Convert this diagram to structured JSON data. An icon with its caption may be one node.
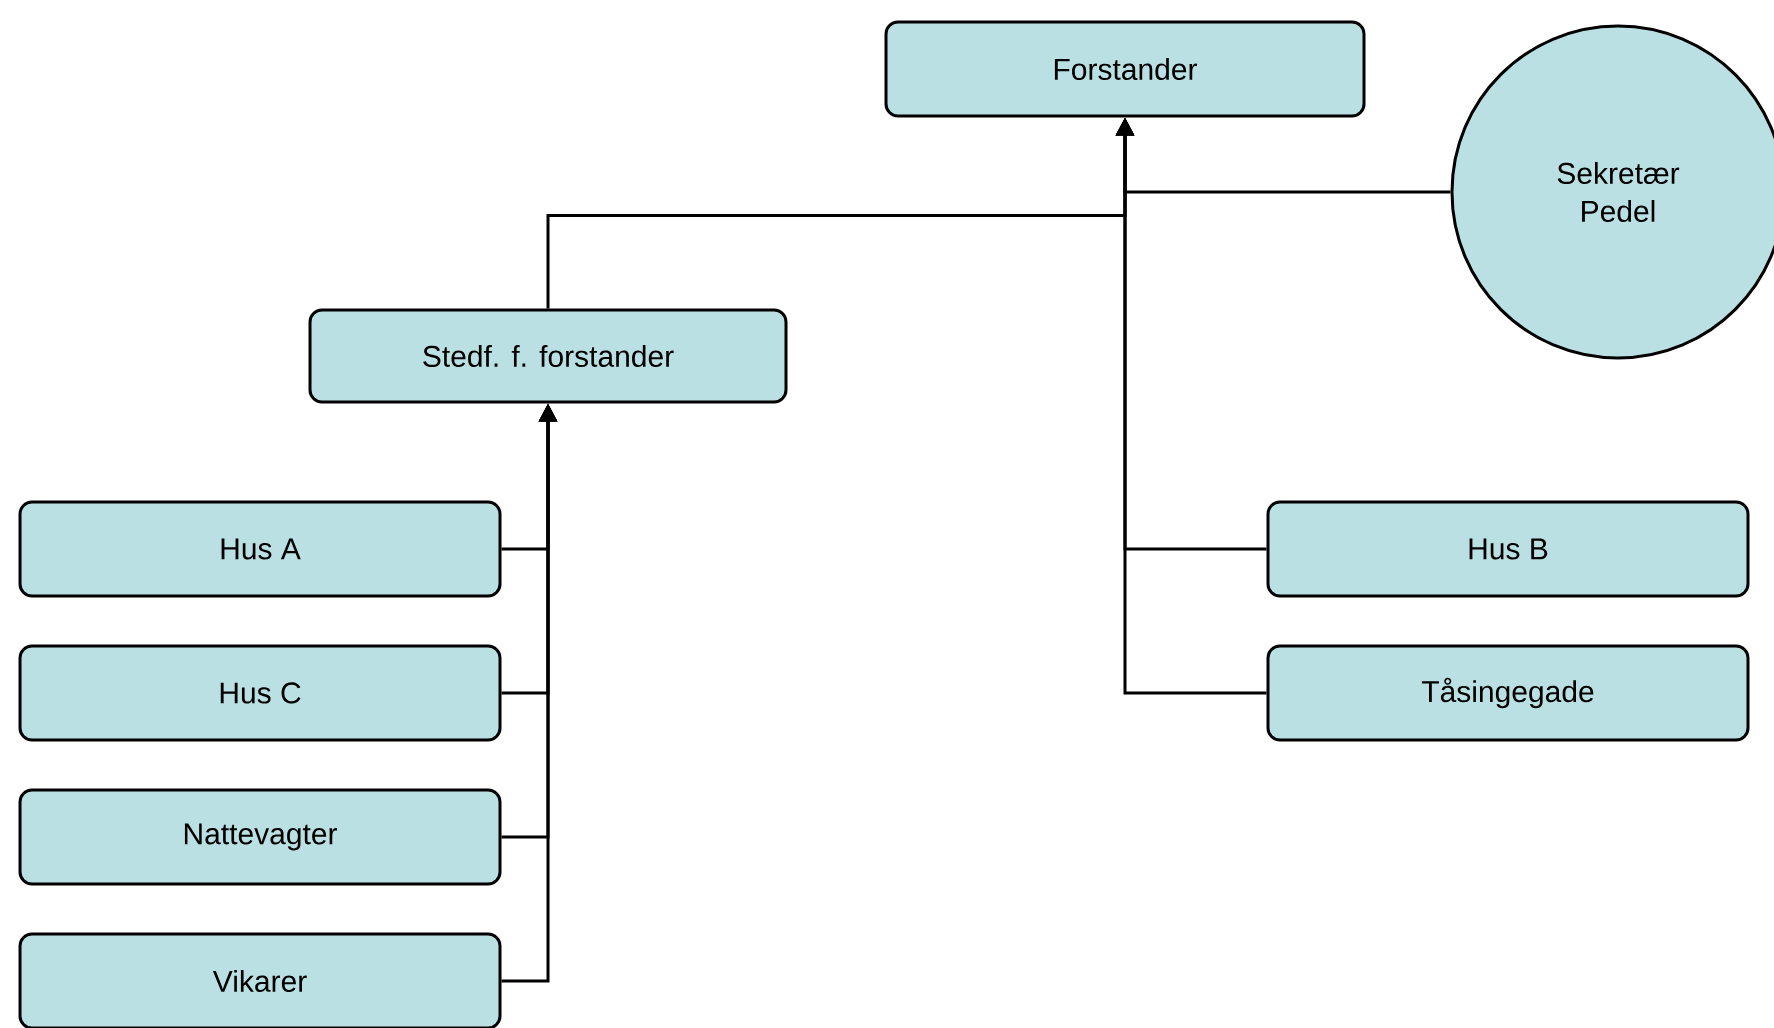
{
  "diagram": {
    "nodes": [
      {
        "text": [
          "Forstander"
        ]
      },
      {
        "text": [
          "Sekretær Pedel"
        ]
      },
      {
        "text": [
          "Stedf. f. forstander"
        ]
      },
      {
        "text": [
          "Hus A"
        ]
      },
      {
        "text": [
          "Hus C"
        ]
      },
      {
        "text": [
          "Nattevagter"
        ]
      },
      {
        "text": [
          "Vikarer"
        ]
      },
      {
        "text": [
          "Hus B"
        ]
      },
      {
        "text": [
          "Tåsingegade"
        ]
      }
    ],
    "edges": [
      {
        "from": 1,
        "to": 0,
        "arrow": "to"
      },
      {
        "from": 2,
        "to": 0,
        "arrow": "to"
      },
      {
        "from": 7,
        "to": 0,
        "arrow": "to"
      },
      {
        "from": 8,
        "to": 0,
        "arrow": "to"
      },
      {
        "from": 3,
        "to": 2,
        "arrow": "to"
      },
      {
        "from": 4,
        "to": 2,
        "arrow": "to"
      },
      {
        "from": 5,
        "to": 2,
        "arrow": "to"
      },
      {
        "from": 6,
        "to": 2,
        "arrow": "to"
      }
    ]
  }
}
